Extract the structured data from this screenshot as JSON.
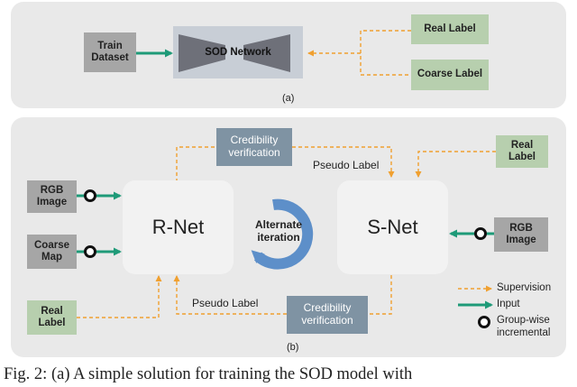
{
  "panel_a": {
    "train_dataset": "Train\nDataset",
    "sod_network": "SOD Network",
    "real_label": "Real Label",
    "coarse_label": "Coarse Label",
    "tag": "(a)"
  },
  "panel_b": {
    "credibility_top": "Credibility\nverification",
    "credibility_bottom": "Credibility\nverification",
    "pseudo_label_top": "Pseudo Label",
    "pseudo_label_bottom": "Pseudo Label",
    "real_label_right": "Real\nLabel",
    "real_label_left": "Real\nLabel",
    "rgb_image_left": "RGB\nImage",
    "rgb_image_right": "RGB\nImage",
    "coarse_map": "Coarse\nMap",
    "r_net": "R-Net",
    "s_net": "S-Net",
    "alternate_iteration": "Alternate\niteration",
    "tag": "(b)"
  },
  "legend": {
    "supervision": "Supervision",
    "input": "Input",
    "group_wise": "Group-wise\nincremental"
  },
  "caption": "Fig. 2: (a) A simple solution for training the SOD model with",
  "colors": {
    "panel": "#e9e9e9",
    "orange_dashed": "#f0a030",
    "teal_arrow": "#1e9a78",
    "blue_cycle": "#5d8fc9",
    "slate_box": "#7f93a3",
    "green_box": "#b7cfae",
    "grey_box": "#a6a6a6"
  }
}
